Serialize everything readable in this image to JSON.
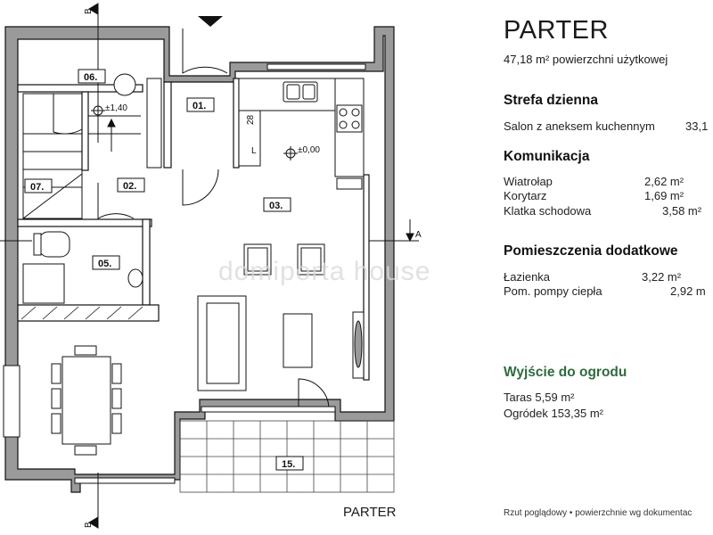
{
  "header": {
    "title": "PARTER",
    "area": "47,18 m² powierzchni użytkowej"
  },
  "sections": [
    {
      "title": "Strefa dzienna",
      "color": "#111111",
      "rows": [
        {
          "name": "Salon z aneksem kuchennym",
          "value": "33,1"
        }
      ]
    },
    {
      "title": "Komunikacja",
      "color": "#111111",
      "rows": [
        {
          "name": "Wiatrołap",
          "value": "2,62 m²"
        },
        {
          "name": "Korytarz",
          "value": "1,69 m²"
        },
        {
          "name": "Klatka schodowa",
          "value": "3,58 m²"
        }
      ]
    },
    {
      "title": "Pomieszczenia dodatkowe",
      "color": "#111111",
      "rows": [
        {
          "name": "Łazienka",
          "value": "3,22 m²"
        },
        {
          "name": "Pom. pompy ciepła",
          "value": "2,92 m"
        }
      ]
    },
    {
      "title": "Wyjście do ogrodu",
      "color": "#2e6b3e",
      "rows": [
        {
          "name": "Taras 5,59 m²",
          "value": ""
        },
        {
          "name": "Ogródek 153,35 m²",
          "value": ""
        }
      ]
    }
  ],
  "plan": {
    "rooms": {
      "r01": "01.",
      "r02": "02.",
      "r03": "03.",
      "r05": "05.",
      "r06": "06.",
      "r07": "07.",
      "r15": "15."
    },
    "levels": {
      "stair": "±1,40",
      "main": "±0,00"
    },
    "section_marks": {
      "a": "A",
      "b_top": "B",
      "b_bottom": "B"
    },
    "fixtures": {
      "fridge": "28",
      "oven": "L"
    }
  },
  "watermark": "domiporta house",
  "footer": {
    "plan_label": "PARTER",
    "note": "Rzut poglądowy • powierzchnie wg dokumentac"
  }
}
